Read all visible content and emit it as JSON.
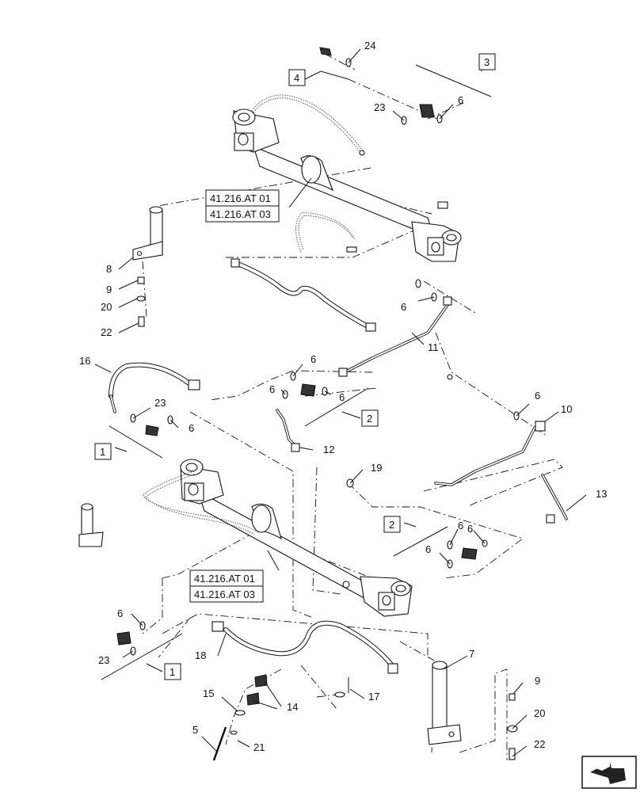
{
  "diagram": {
    "part_callouts": [
      "24",
      "6",
      "23",
      "8",
      "9",
      "20",
      "22",
      "6",
      "11",
      "16",
      "6",
      "6",
      "6",
      "23",
      "6",
      "12",
      "6",
      "10",
      "13",
      "19",
      "6",
      "6",
      "6",
      "23",
      "18",
      "7",
      "9",
      "20",
      "22",
      "14",
      "15",
      "17",
      "5",
      "21"
    ],
    "section_refs": [
      "3",
      "4",
      "2",
      "1",
      "2",
      "1"
    ],
    "cross_refs": [
      {
        "line1": "41.216.AT 01",
        "line2": "41.216.AT 03"
      },
      {
        "line1": "41.216.AT 01",
        "line2": "41.216.AT 03"
      }
    ],
    "orientation_icon": "hand-arrow-icon"
  }
}
